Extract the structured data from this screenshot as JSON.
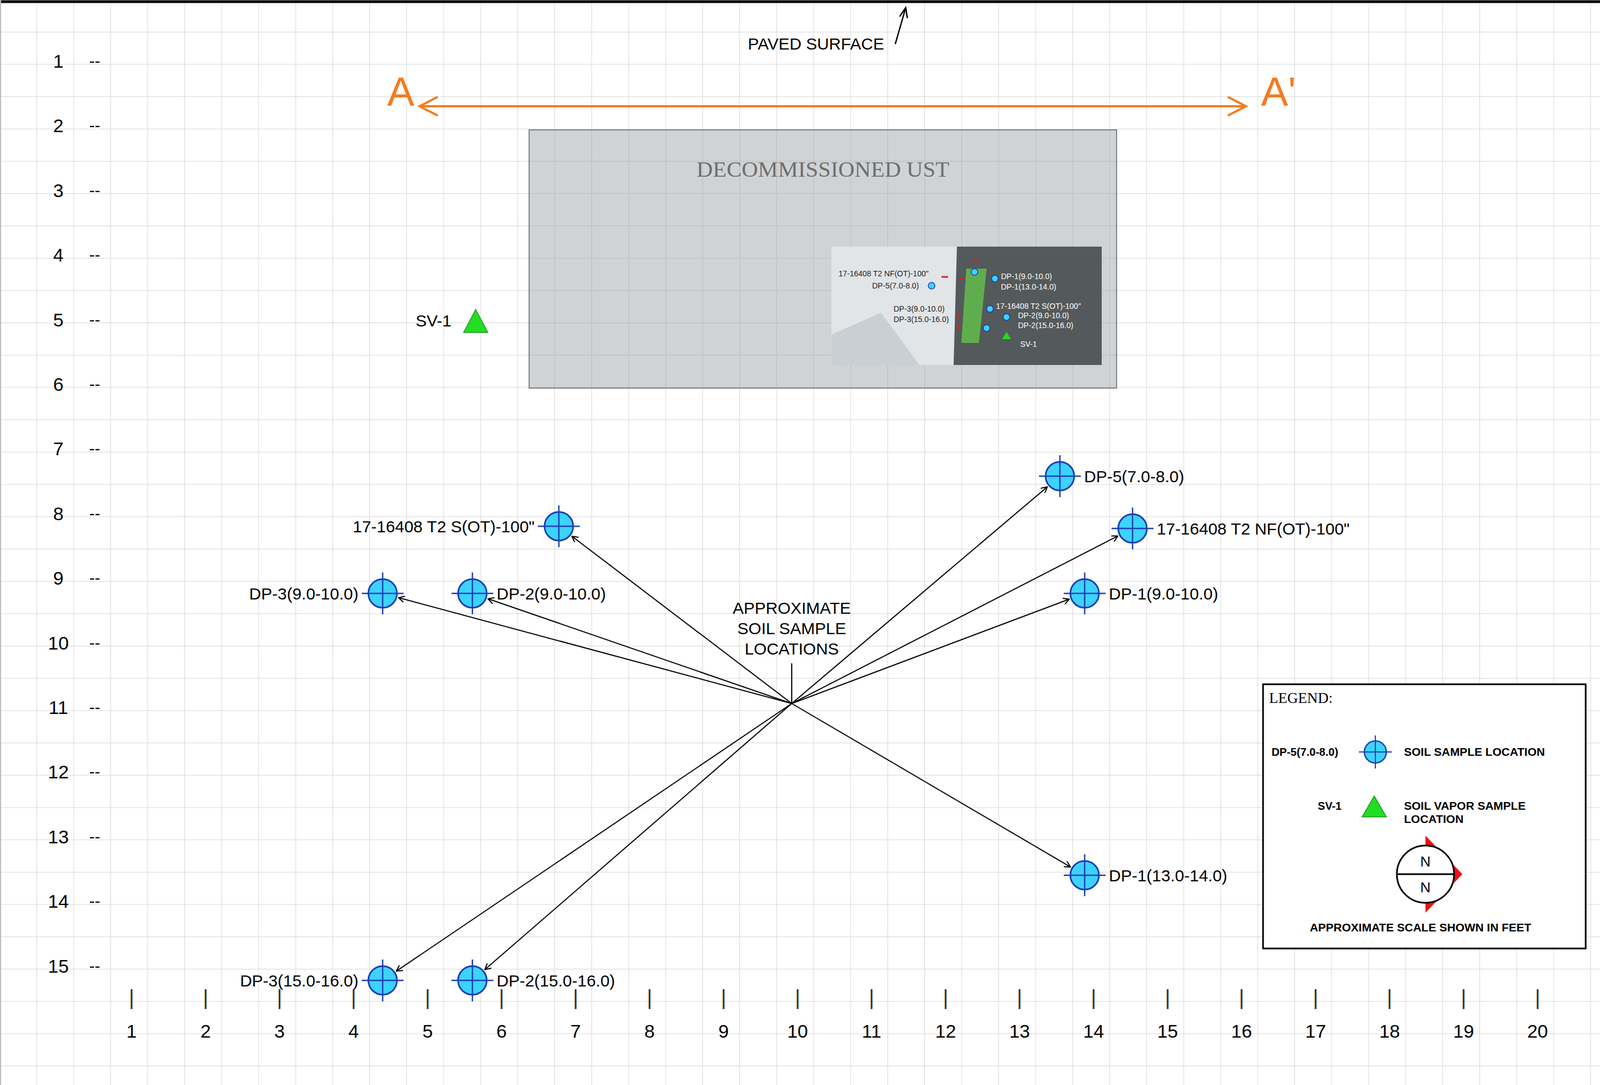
{
  "diagram": {
    "nodes": [
      {
        "text": [
          "DECOMMISSIONED UST"
        ]
      },
      {
        "text": [
          "SV-1"
        ]
      },
      {
        "text": [
          "DP-5(7.0-8.0)"
        ]
      },
      {
        "text": [
          "17-16408 T2 S(OT)-100\""
        ]
      },
      {
        "text": [
          "17-16408 T2 NF(OT)-100\""
        ]
      },
      {
        "text": [
          "DP-3(9.0-10.0)"
        ]
      },
      {
        "text": [
          "DP-2(9.0-10.0)"
        ]
      },
      {
        "text": [
          "DP-1(9.0-10.0)"
        ]
      },
      {
        "text": [
          "APPROXIMATE SOIL SAMPLE LOCATIONS"
        ]
      },
      {
        "text": [
          "DP-1(13.0-14.0)"
        ]
      },
      {
        "text": [
          "DP-3(15.0-16.0)"
        ]
      },
      {
        "text": [
          "DP-2(15.0-16.0)"
        ]
      }
    ],
    "edges": [
      {
        "from": 8,
        "to": 2,
        "arrow": "to"
      },
      {
        "from": 8,
        "to": 3,
        "arrow": "to"
      },
      {
        "from": 8,
        "to": 4,
        "arrow": "to"
      },
      {
        "from": 8,
        "to": 5,
        "arrow": "to"
      },
      {
        "from": 8,
        "to": 6,
        "arrow": "to"
      },
      {
        "from": 8,
        "to": 7,
        "arrow": "to"
      },
      {
        "from": 8,
        "to": 9,
        "arrow": "to"
      },
      {
        "from": 8,
        "to": 10,
        "arrow": "to"
      },
      {
        "from": 8,
        "to": 11,
        "arrow": "to"
      }
    ],
    "labels": [
      "PAVED SURFACE",
      "A",
      "A'",
      "17-16408 T2 NF(OT)-100\"",
      "DP-5(7.0-8.0)",
      "DP-1(9.0-10.0)",
      "DP-1(13.0-14.0)",
      "DP-3(9.0-10.0)",
      "DP-3(15.0-16.0)",
      "17-16408 T2 S(OT)-100\"",
      "DP-2(9.0-10.0)",
      "DP-2(15.0-16.0)",
      "SV-1",
      "1",
      "--",
      "2",
      "--",
      "3",
      "--",
      "4",
      "--",
      "5",
      "--",
      "6",
      "--",
      "7",
      "--",
      "8",
      "--",
      "9",
      "--",
      "10",
      "--",
      "11",
      "--",
      "12",
      "--",
      "13",
      "--",
      "14",
      "--",
      "15",
      "--",
      "|",
      "1",
      "|",
      "2",
      "|",
      "3",
      "|",
      "4",
      "|",
      "5",
      "|",
      "6",
      "|",
      "7",
      "|",
      "8",
      "|",
      "9",
      "|",
      "10",
      "|",
      "11",
      "|",
      "12",
      "|",
      "13",
      "|",
      "14",
      "|",
      "15",
      "|",
      "16",
      "|",
      "17",
      "|",
      "18",
      "|",
      "19",
      "|",
      "20",
      "LEGEND:",
      "DP-5(7.0-8.0)",
      "SV-1",
      "N",
      "N",
      "APPROXIMATE SCALE SHOWN IN FEET"
    ],
    "legend": [
      {
        "text": "SOIL SAMPLE LOCATION"
      },
      {
        "text": "SOIL VAPOR SAMPLE LOCATION"
      }
    ]
  }
}
